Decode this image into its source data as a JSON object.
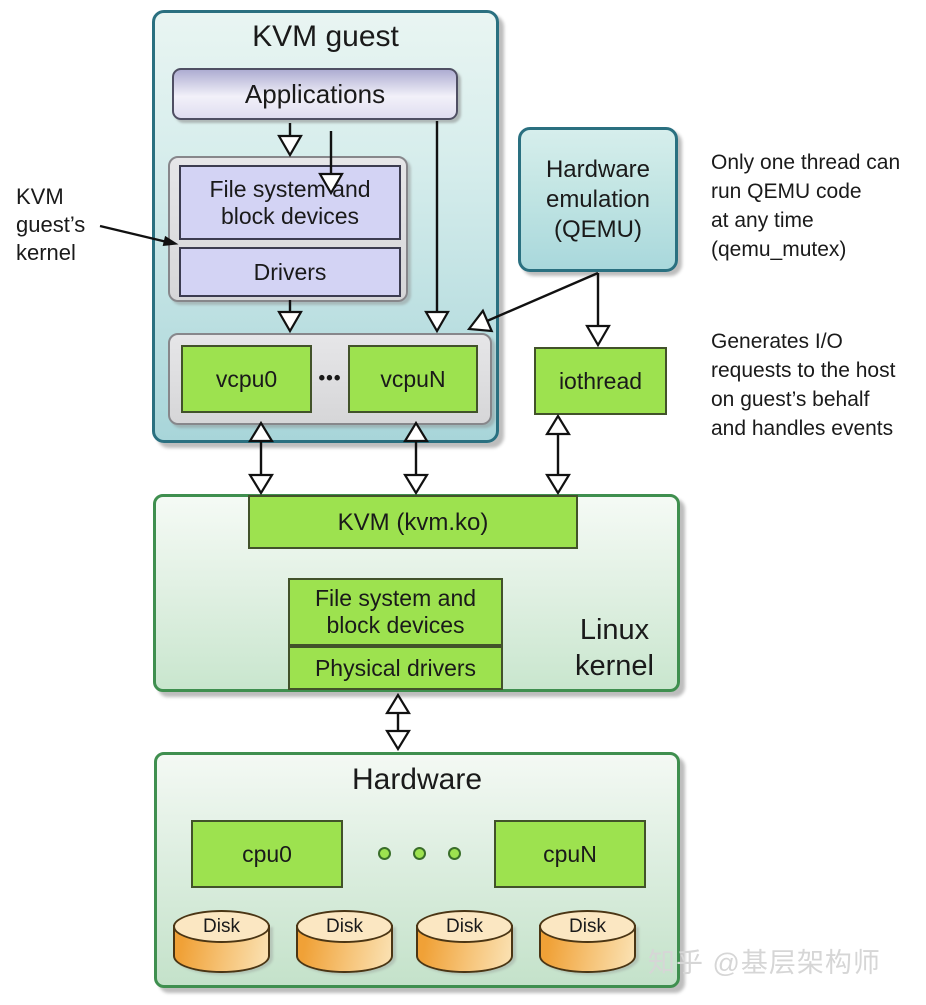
{
  "diagram": {
    "kvm_guest": {
      "title": "KVM guest",
      "applications_label": "Applications",
      "kernel_stack": {
        "file_system_label": "File system and block devices",
        "drivers_label": "Drivers"
      },
      "vcpu_row": {
        "vcpu0_label": "vcpu0",
        "ellipsis": "•••",
        "vcpuN_label": "vcpuN"
      }
    },
    "qemu_box_label": "Hardware emulation (QEMU)",
    "iothread_label": "iothread",
    "linux_kernel": {
      "label": "Linux kernel",
      "kvm_module_label": "KVM (kvm.ko)",
      "file_system_label": "File system and block devices",
      "physical_drivers_label": "Physical drivers"
    },
    "hardware": {
      "title": "Hardware",
      "cpu0_label": "cpu0",
      "cpuN_label": "cpuN",
      "disk_labels": [
        "Disk",
        "Disk",
        "Disk",
        "Disk"
      ]
    },
    "annotations": {
      "guest_kernel_lines": [
        "KVM",
        "guest’s",
        "kernel"
      ],
      "qemu_mutex_lines": [
        "Only one thread can",
        "run QEMU code",
        "at any time",
        "(qemu_mutex)"
      ],
      "iothread_lines": [
        "Generates I/O",
        "requests to the host",
        "on guest’s behalf",
        "and handles events"
      ]
    },
    "watermark": "知乎 @基层架构师",
    "colors": {
      "box_green": "#9de24f",
      "teal_border": "#2a7080",
      "green_border": "#3f8f4f",
      "lavender": "#d3d3f4",
      "gray_container": "#dcdcde",
      "disk_orange": "#f0a137"
    }
  }
}
